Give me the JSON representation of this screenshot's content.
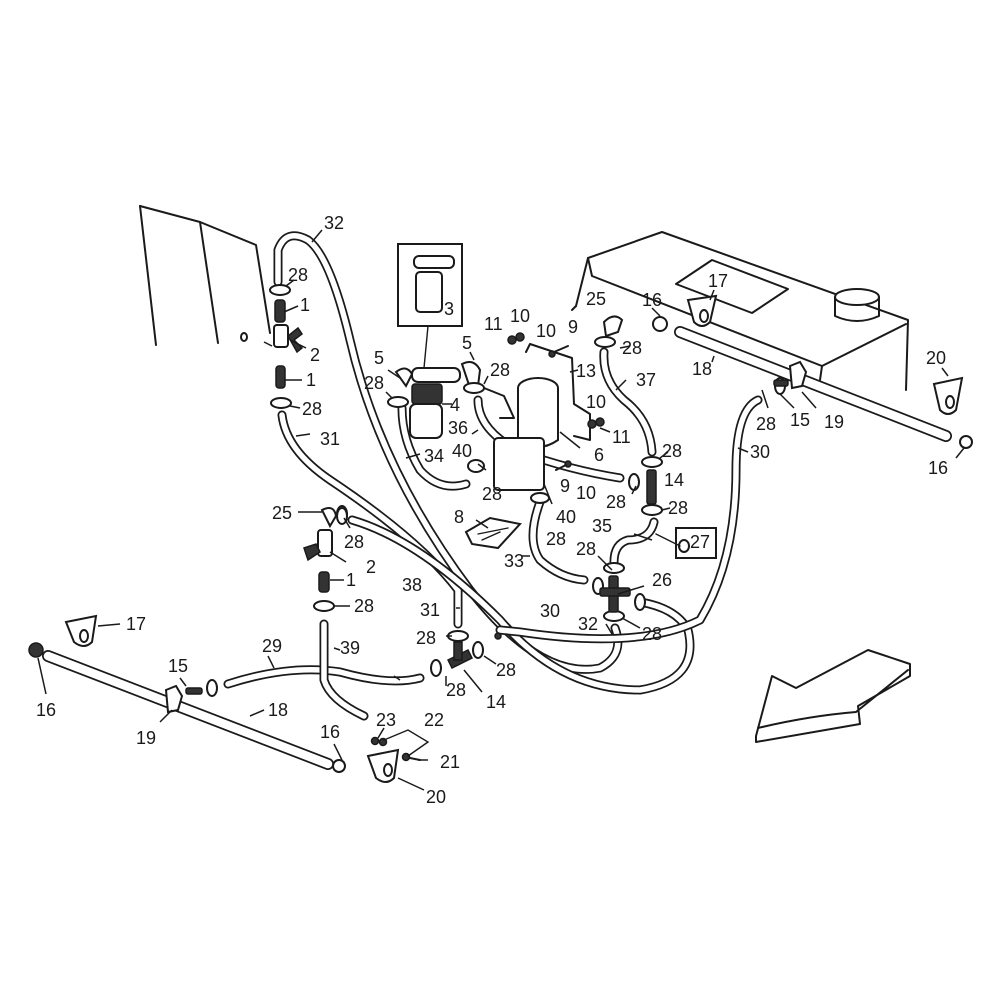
{
  "diagram": {
    "title": "Fuel system exploded parts diagram",
    "direction_arrow": "front-direction-arrow",
    "callouts": [
      {
        "id": "c32a",
        "text": "32",
        "part": "hose"
      },
      {
        "id": "c28a",
        "text": "28",
        "part": "hose-clamp"
      },
      {
        "id": "c1a",
        "text": "1",
        "part": "hose-fitting"
      },
      {
        "id": "c2a",
        "text": "2",
        "part": "fuel-tap"
      },
      {
        "id": "c1b",
        "text": "1",
        "part": "hose-fitting"
      },
      {
        "id": "c28b",
        "text": "28",
        "part": "hose-clamp"
      },
      {
        "id": "c31a",
        "text": "31",
        "part": "hose"
      },
      {
        "id": "c3",
        "text": "3",
        "part": "fuel-filter-assembly"
      },
      {
        "id": "c5a",
        "text": "5",
        "part": "elbow-fitting"
      },
      {
        "id": "c5b",
        "text": "5",
        "part": "elbow-fitting"
      },
      {
        "id": "c28c",
        "text": "28",
        "part": "hose-clamp"
      },
      {
        "id": "c28d",
        "text": "28",
        "part": "hose-clamp"
      },
      {
        "id": "c4",
        "text": "4",
        "part": "fuel-filter"
      },
      {
        "id": "c36",
        "text": "36",
        "part": "hose"
      },
      {
        "id": "c34",
        "text": "34",
        "part": "hose"
      },
      {
        "id": "c40a",
        "text": "40",
        "part": "hose"
      },
      {
        "id": "c28e",
        "text": "28",
        "part": "hose-clamp"
      },
      {
        "id": "c11a",
        "text": "11",
        "part": "nut"
      },
      {
        "id": "c10a",
        "text": "10",
        "part": "washer"
      },
      {
        "id": "c10b",
        "text": "10",
        "part": "washer"
      },
      {
        "id": "c9a",
        "text": "9",
        "part": "bolt"
      },
      {
        "id": "c13",
        "text": "13",
        "part": "pump-bracket"
      },
      {
        "id": "c10c",
        "text": "10",
        "part": "washer"
      },
      {
        "id": "c11b",
        "text": "11",
        "part": "nut"
      },
      {
        "id": "c6",
        "text": "6",
        "part": "fuel-pump"
      },
      {
        "id": "c9b",
        "text": "9",
        "part": "bolt"
      },
      {
        "id": "c10d",
        "text": "10",
        "part": "washer"
      },
      {
        "id": "c40b",
        "text": "40",
        "part": "hose"
      },
      {
        "id": "c28f",
        "text": "28",
        "part": "hose-clamp"
      },
      {
        "id": "c8",
        "text": "8",
        "part": "pad"
      },
      {
        "id": "c33",
        "text": "33",
        "part": "hose"
      },
      {
        "id": "c25a",
        "text": "25",
        "part": "elbow-fitting"
      },
      {
        "id": "c28g",
        "text": "28",
        "part": "hose-clamp"
      },
      {
        "id": "c37",
        "text": "37",
        "part": "hose"
      },
      {
        "id": "c28h",
        "text": "28",
        "part": "hose-clamp"
      },
      {
        "id": "c14a",
        "text": "14",
        "part": "t-connector"
      },
      {
        "id": "c28i",
        "text": "28",
        "part": "hose-clamp"
      },
      {
        "id": "c28j",
        "text": "28",
        "part": "hose-clamp"
      },
      {
        "id": "c35",
        "text": "35",
        "part": "hose"
      },
      {
        "id": "c27",
        "text": "27",
        "part": "plug"
      },
      {
        "id": "c28k",
        "text": "28",
        "part": "hose-clamp"
      },
      {
        "id": "c26",
        "text": "26",
        "part": "cross-connector"
      },
      {
        "id": "c32b",
        "text": "32",
        "part": "hose"
      },
      {
        "id": "c28l",
        "text": "28",
        "part": "hose-clamp"
      },
      {
        "id": "c30a",
        "text": "30",
        "part": "hose"
      },
      {
        "id": "c30b",
        "text": "30",
        "part": "hose"
      },
      {
        "id": "c17a",
        "text": "17",
        "part": "mounting-bracket"
      },
      {
        "id": "c16a",
        "text": "16",
        "part": "end-cap"
      },
      {
        "id": "c18a",
        "text": "18",
        "part": "tube"
      },
      {
        "id": "c28m",
        "text": "28",
        "part": "hose-clamp"
      },
      {
        "id": "c15a",
        "text": "15",
        "part": "nipple"
      },
      {
        "id": "c19a",
        "text": "19",
        "part": "clamp-block"
      },
      {
        "id": "c20a",
        "text": "20",
        "part": "mounting-bracket"
      },
      {
        "id": "c16b",
        "text": "16",
        "part": "end-cap"
      },
      {
        "id": "c25b",
        "text": "25",
        "part": "elbow-fitting"
      },
      {
        "id": "c28n",
        "text": "28",
        "part": "hose-clamp"
      },
      {
        "id": "c2b",
        "text": "2",
        "part": "fuel-tap"
      },
      {
        "id": "c1c",
        "text": "1",
        "part": "hose-fitting"
      },
      {
        "id": "c28o",
        "text": "28",
        "part": "hose-clamp"
      },
      {
        "id": "c38",
        "text": "38",
        "part": "hose"
      },
      {
        "id": "c31b",
        "text": "31",
        "part": "hose"
      },
      {
        "id": "c39",
        "text": "39",
        "part": "hose"
      },
      {
        "id": "c29",
        "text": "29",
        "part": "hose"
      },
      {
        "id": "c28p",
        "text": "28",
        "part": "hose-clamp"
      },
      {
        "id": "c28q",
        "text": "28",
        "part": "hose-clamp"
      },
      {
        "id": "c28r",
        "text": "28",
        "part": "hose-clamp"
      },
      {
        "id": "c14b",
        "text": "14",
        "part": "t-connector"
      },
      {
        "id": "c17b",
        "text": "17",
        "part": "mounting-bracket"
      },
      {
        "id": "c16c",
        "text": "16",
        "part": "end-cap"
      },
      {
        "id": "c15b",
        "text": "15",
        "part": "nipple"
      },
      {
        "id": "c18b",
        "text": "18",
        "part": "tube"
      },
      {
        "id": "c19b",
        "text": "19",
        "part": "clamp-block"
      },
      {
        "id": "c16d",
        "text": "16",
        "part": "end-cap"
      },
      {
        "id": "c23",
        "text": "23",
        "part": "nut"
      },
      {
        "id": "c22",
        "text": "22",
        "part": "washer"
      },
      {
        "id": "c21",
        "text": "21",
        "part": "bolt"
      },
      {
        "id": "c20b",
        "text": "20",
        "part": "mounting-bracket"
      }
    ]
  }
}
